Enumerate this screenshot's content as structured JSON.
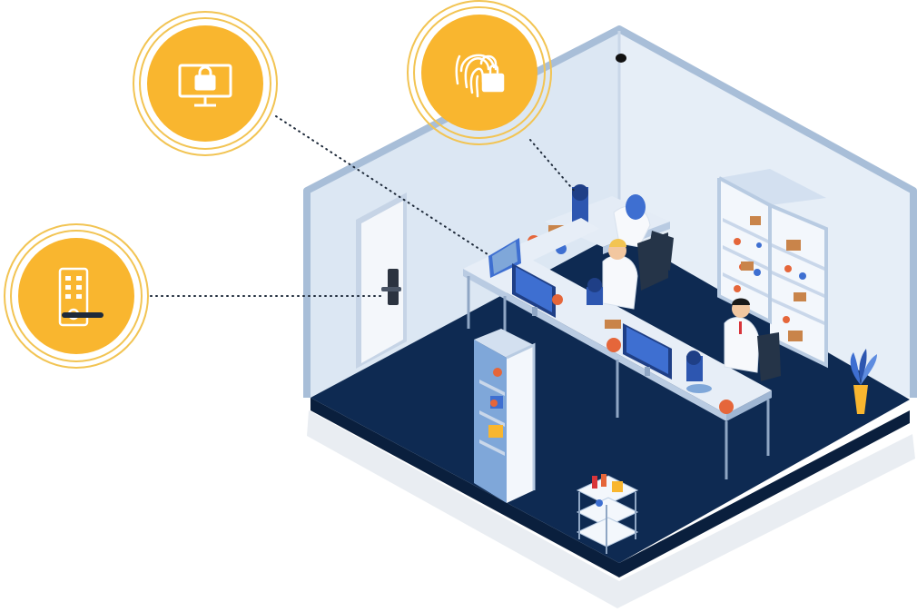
{
  "colors": {
    "accent_yellow": "#F9B62F",
    "ring_yellow": "#F2C453",
    "floor_navy": "#0E2A52",
    "wall_light": "#DDE8F4",
    "wall_edge": "#A9BFD8",
    "desk_white": "#E7EEF7",
    "furniture_blue": "#7FA7D9",
    "screen_blue": "#3E6FD1",
    "coat_white": "#F7F9FC",
    "chair_dark": "#253448"
  },
  "badges": [
    {
      "name": "computer-lock-badge",
      "icon": "monitor-padlock-icon"
    },
    {
      "name": "fingerprint-lock-badge",
      "icon": "fingerprint-padlock-icon"
    },
    {
      "name": "keypad-door-lock-badge",
      "icon": "keypad-door-handle-icon"
    }
  ],
  "scene": {
    "room": "laboratory",
    "people": [
      "scientist-at-back-microscope",
      "scientist-at-middle-computer",
      "scientist-at-front-microscope"
    ]
  }
}
